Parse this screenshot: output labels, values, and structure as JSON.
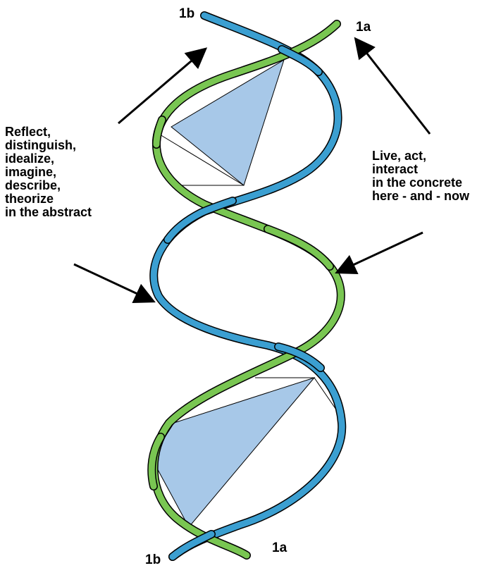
{
  "end_labels": {
    "top_left": "1b",
    "top_right": "1a",
    "bottom_left": "1b",
    "bottom_right": "1a"
  },
  "left_text": {
    "lines": [
      "Reflect,",
      "distinguish,",
      "idealize,",
      "imagine,",
      "describe,",
      "theorize",
      "in the abstract"
    ]
  },
  "right_text": {
    "lines": [
      "Live, act,",
      "interact",
      "in the concrete",
      "here - and - now"
    ]
  },
  "colors": {
    "strand_blue": "#3b9fd1",
    "strand_green": "#79c652",
    "triangle_fill": "#a7c8e8",
    "outline": "#000000"
  }
}
